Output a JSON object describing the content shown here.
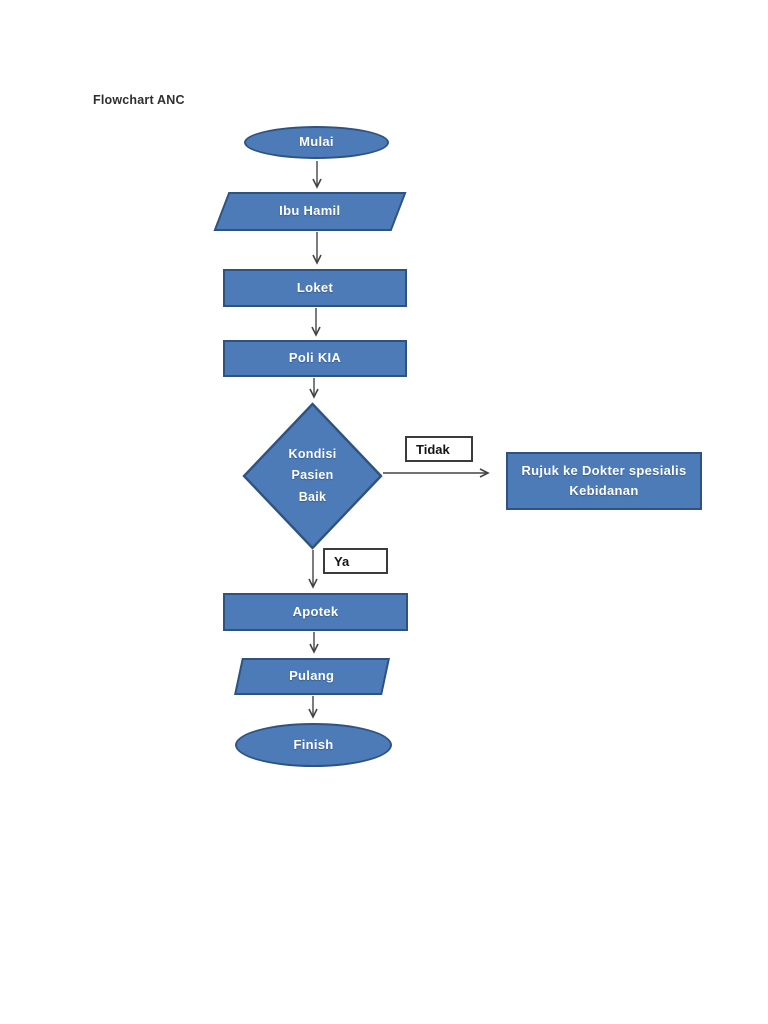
{
  "page": {
    "title": "Flowchart ANC"
  },
  "colors": {
    "shape_fill": "#4c7bb8",
    "shape_border": "#2f5380",
    "shape_text": "#ffffff",
    "connector": "#444444",
    "branch_label_bg": "#ffffff",
    "branch_label_border": "#3b3b3b",
    "branch_label_text": "#141414",
    "page_background": "#ffffff"
  },
  "flowchart": {
    "nodes": [
      {
        "id": "start",
        "type": "terminator",
        "label": "Mulai"
      },
      {
        "id": "ibu-hamil",
        "type": "data",
        "label": "Ibu Hamil"
      },
      {
        "id": "loket",
        "type": "process",
        "label": "Loket"
      },
      {
        "id": "poli-kia",
        "type": "process",
        "label": "Poli KIA"
      },
      {
        "id": "decision",
        "type": "decision",
        "label": "Kondisi\nPasien\nBaik"
      },
      {
        "id": "rujuk",
        "type": "process",
        "label": "Rujuk ke Dokter spesialis\nKebidanan"
      },
      {
        "id": "apotek",
        "type": "process",
        "label": "Apotek"
      },
      {
        "id": "pulang",
        "type": "data",
        "label": "Pulang"
      },
      {
        "id": "finish",
        "type": "terminator",
        "label": "Finish"
      }
    ],
    "branch_labels": {
      "no": "Tidak",
      "yes": "Ya"
    }
  }
}
